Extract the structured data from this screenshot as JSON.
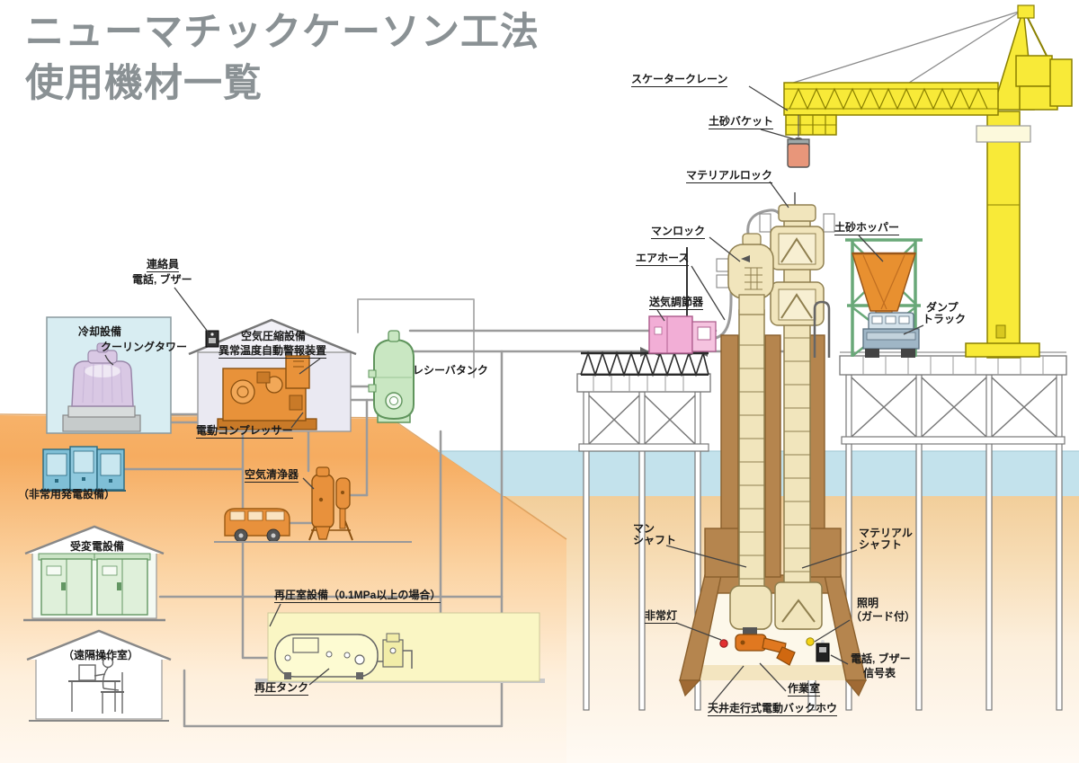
{
  "title": {
    "line1": "ニューマチックケーソン工法",
    "line2": "使用機材一覧"
  },
  "labels": {
    "skater_crane": "スケータークレーン",
    "soil_bucket": "土砂バケット",
    "material_lock": "マテリアルロック",
    "man_lock": "マンロック",
    "air_hose": "エアホース",
    "air_regulator": "送気調節器",
    "soil_hopper": "土砂ホッパー",
    "dump_truck_1": "ダンプ",
    "dump_truck_2": "トラック",
    "liaison_1": "連絡員",
    "liaison_2": "電話, ブザー",
    "cooling_1": "冷却設備",
    "cooling_2": "クーリングタワー",
    "compressor_plant_1": "空気圧縮設備",
    "compressor_plant_2": "異常温度自動警報装置",
    "electric_compressor": "電動コンプレッサー",
    "receiver_tank": "レシーバタンク",
    "emergency_generator": "（非常用発電設備）",
    "air_cleaner": "空気清浄器",
    "substation": "受変電設備",
    "remote_room": "（遠隔操作室）",
    "recompression_room": "再圧室設備（0.1MPa以上の場合）",
    "recompression_tank": "再圧タンク",
    "man_shaft_1": "マン",
    "man_shaft_2": "シャフト",
    "material_shaft_1": "マテリアル",
    "material_shaft_2": "シャフト",
    "emergency_light": "非常灯",
    "lighting_1": "照明",
    "lighting_2": "（ガード付）",
    "phone_buzzer_1": "電話, ブザー",
    "phone_buzzer_2": "信号表",
    "working_chamber": "作業室",
    "ceiling_backhoe": "天井走行式電動バックホウ"
  },
  "colors": {
    "title_gray": "#8A9194",
    "crane_yellow": "#F8EA38",
    "caisson_brown": "#B5854E",
    "shaft_tan": "#F1E5BC",
    "water_blue": "#C3E2EC",
    "ground_orange": "#F6AC60",
    "machine_orange": "#E8923A",
    "regulator_pink": "#F2AED6",
    "receiver_green": "#C9E7C2",
    "hopper_frame_green": "#69A878",
    "cooling_lavender": "#D9C8E4",
    "cooling_box_cyan": "#D8EDF2",
    "recompression_yellow": "#FAF6C4",
    "emergency_light_red": "#E23030",
    "guarded_light_yellow": "#F4D316"
  }
}
